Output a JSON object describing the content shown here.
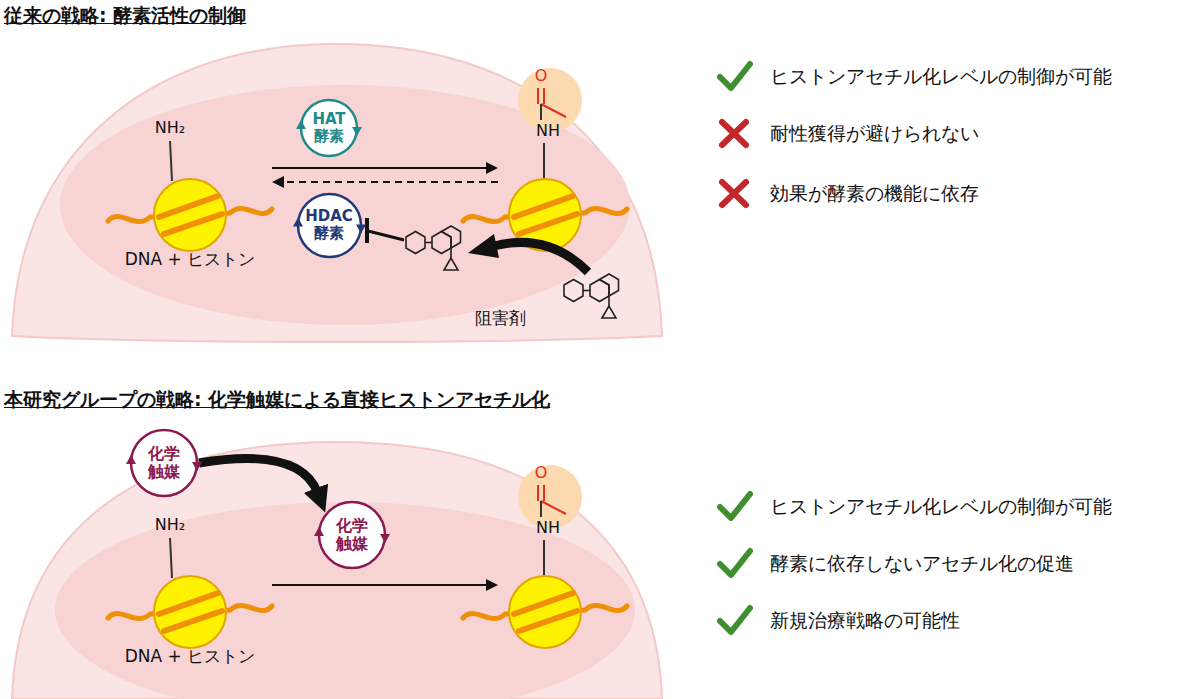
{
  "diagram": {
    "nodes": [
      {
        "text": [
          "NH₂",
          "DNA + ヒストン"
        ]
      },
      {
        "text": [
          "HAT 酵素"
        ]
      },
      {
        "text": [
          "HDAC 酵素"
        ]
      },
      {
        "text": [
          "O",
          "NH"
        ]
      },
      {
        "text": [
          "化学 触媒"
        ]
      },
      {
        "text": [
          "化学 触媒"
        ]
      },
      {
        "text": [
          "NH₂",
          "DNA + ヒストン"
        ]
      },
      {
        "text": [
          "O",
          "NH"
        ]
      }
    ],
    "edges": [
      {
        "from": 0,
        "to": 3,
        "arrow": "to"
      },
      {
        "from": 3,
        "to": 0,
        "arrow": "to"
      },
      {
        "from": 4,
        "to": 5,
        "arrow": "to"
      },
      {
        "from": 6,
        "to": 7,
        "arrow": "to"
      }
    ],
    "labels": [
      "従来の戦略: 酵素活性の制御",
      "阻害剤",
      "ヒストンアセチル化レベルの制御が可能",
      "耐性獲得が避けられない",
      "効果が酵素の機能に依存",
      "本研究グループの戦略: 化学触媒による直接ヒストンアセチル化",
      "ヒストンアセチル化レベルの制御が可能",
      "酵素に依存しないアセチル化の促進",
      "新規治療戦略の可能性"
    ]
  }
}
